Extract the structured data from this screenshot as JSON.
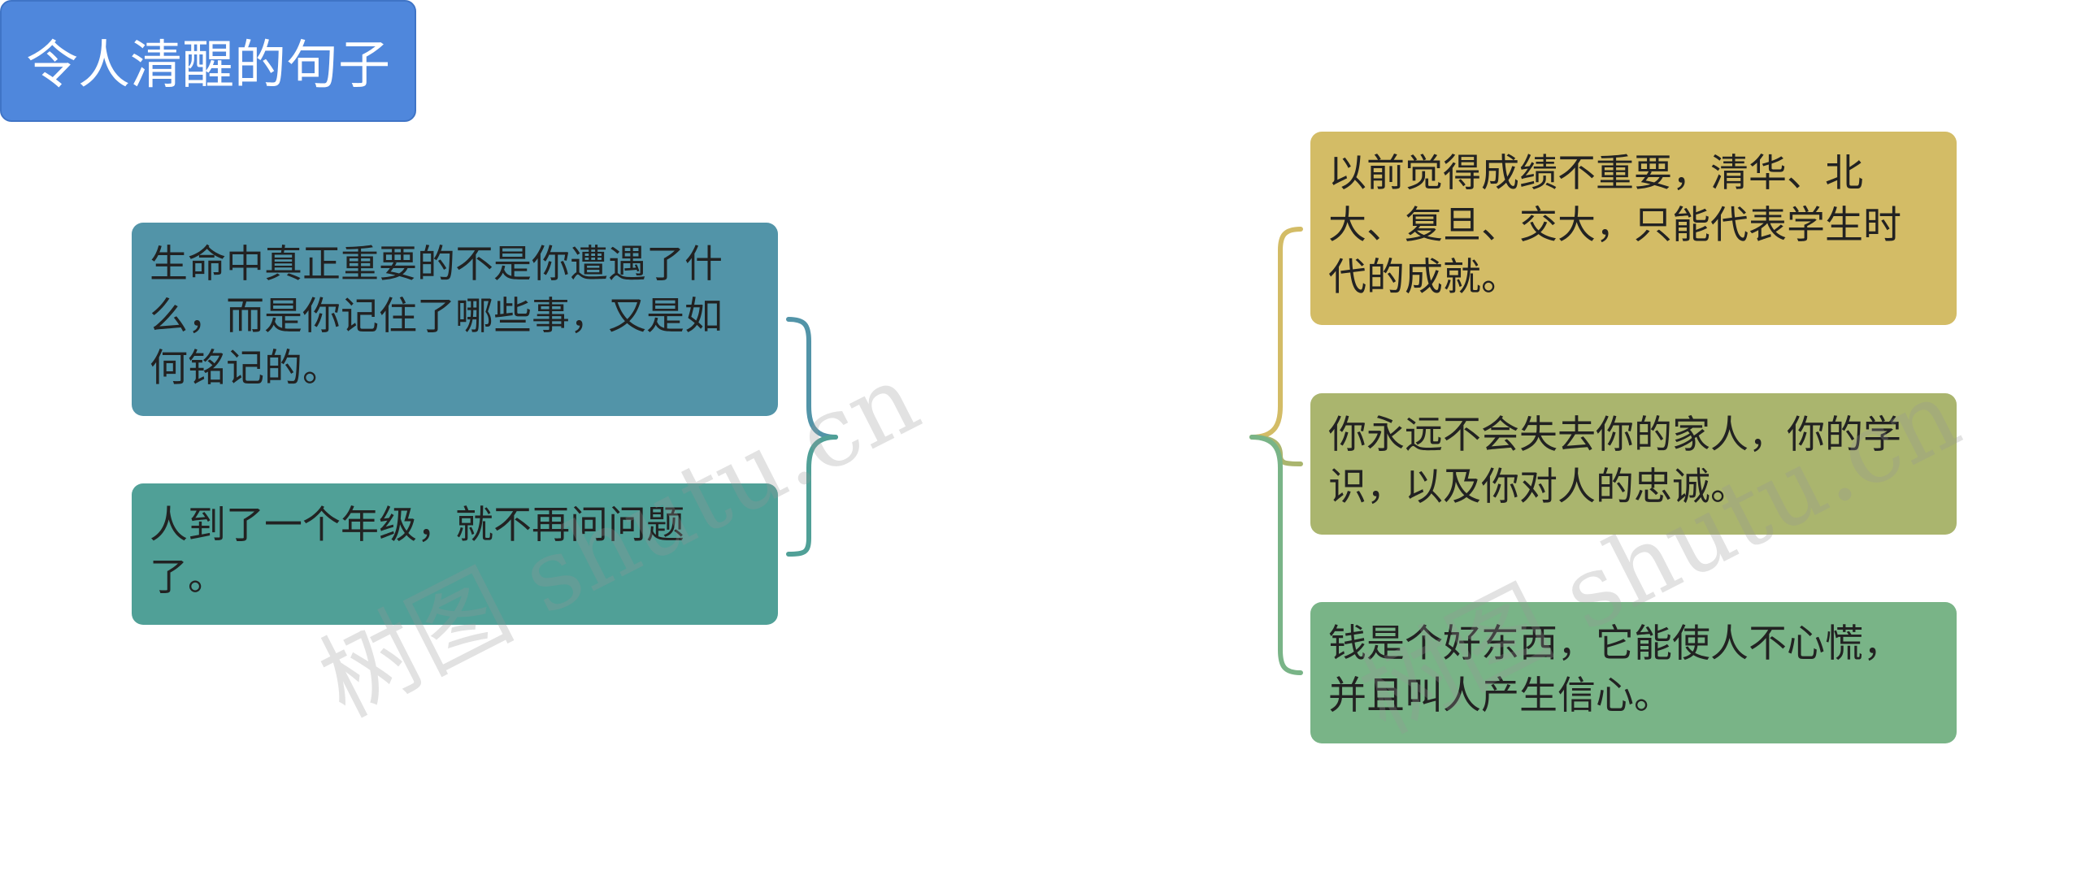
{
  "root": {
    "label": "令人清醒的句子"
  },
  "left_branches": [
    {
      "text": "生命中真正重要的不是你遭遇了什么，而是你记住了哪些事，又是如何铭记的。",
      "color": "#5294a8"
    },
    {
      "text": "人到了一个年级，就不再问问题了。",
      "color": "#50a097"
    }
  ],
  "right_branches": [
    {
      "text": "以前觉得成绩不重要，清华、北大、复旦、交大，只能代表学生时代的成就。",
      "color": "#d3bc66"
    },
    {
      "text": "你永远不会失去你的家人，你的学识，以及你对人的忠诚。",
      "color": "#aab56e"
    },
    {
      "text": "钱是个好东西，它能使人不心慌，并且叫人产生信心。",
      "color": "#79b487"
    }
  ],
  "watermarks": [
    "树图 shutu.cn",
    "树图 shutu.cn"
  ]
}
